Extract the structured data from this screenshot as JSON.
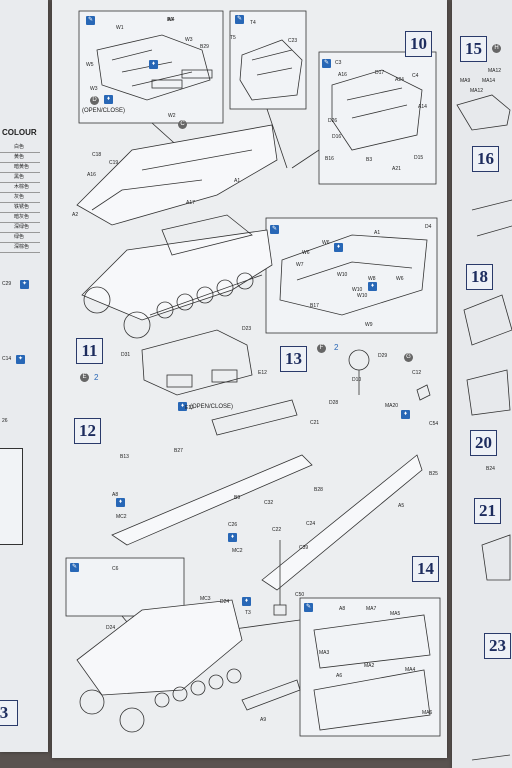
{
  "left_sheet": {
    "heading": "COLOUR",
    "colour_rows": [
      "白色",
      "黄色",
      "暗黄色",
      "黑色",
      "木棕色",
      "灰色",
      "铁锈色",
      "暗灰色",
      "深绿色",
      "绿色",
      "深棕色"
    ],
    "labels": [
      "C29",
      "C14",
      "26"
    ],
    "step_fragment": "3"
  },
  "main_sheet": {
    "steps": [
      "10",
      "11",
      "12",
      "13",
      "14"
    ],
    "step11_badges": {
      "letter": "E",
      "count": "2"
    },
    "step13_badges": {
      "letter1": "F",
      "count1": "2",
      "letter2": "G"
    },
    "open_close_1": "(OPEN/CLOSE)",
    "open_close_2": "(OPEN/CLOSE)",
    "part_labels_top": [
      "W4",
      "W1",
      "W3",
      "B29",
      "W5",
      "W3",
      "W2",
      "T4",
      "T5",
      "C23",
      "C3",
      "A16",
      "D17",
      "A24",
      "C4",
      "A14",
      "D26",
      "D16",
      "B16",
      "B3",
      "A21",
      "D15",
      "C18",
      "C19",
      "A1",
      "A16",
      "A17",
      "A2",
      "A1",
      "D4",
      "W6",
      "W7",
      "W6",
      "W10",
      "W8",
      "W10",
      "W6",
      "B17",
      "W9",
      "W10",
      "D23",
      "D31",
      "E12",
      "E12",
      "D29",
      "D10",
      "C12",
      "D28",
      "MA20",
      "C54",
      "C21",
      "B13",
      "B27",
      "B28",
      "B25",
      "B9",
      "A5",
      "A8",
      "MC2",
      "C32",
      "C22",
      "C24",
      "C26",
      "MC2",
      "C39",
      "C50",
      "C6",
      "MC3",
      "D24",
      "T3",
      "D24",
      "A9",
      "A8",
      "MA7",
      "MA5",
      "MA3",
      "A6",
      "MA2",
      "MA4",
      "MA6",
      "A9"
    ],
    "labels_d": "D",
    "label_c": "C"
  },
  "right_sheet": {
    "steps": [
      "15",
      "16",
      "18",
      "20",
      "21",
      "23"
    ],
    "step15_suffix": "H",
    "labels": [
      "MA9",
      "MA12",
      "MA14",
      "MA12",
      "B24"
    ]
  }
}
